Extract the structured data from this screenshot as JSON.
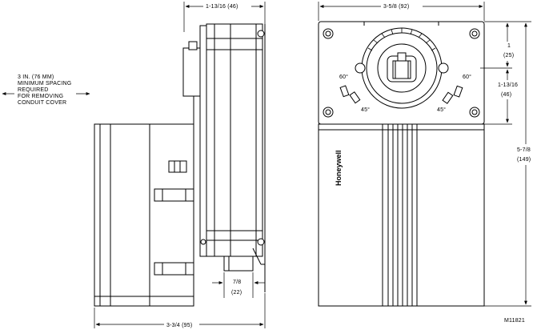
{
  "note": {
    "line1": "3 IN. (76 MM)",
    "line2": "MINIMUM SPACING",
    "line3": "REQUIRED",
    "line4": "FOR REMOVING",
    "line5": "CONDUIT COVER"
  },
  "dimensions": {
    "side_top": "1-13/16  (46)",
    "side_bottom": "3-3/4  (95)",
    "shaft_width": "7/8",
    "shaft_width_mm": "(22)",
    "front_top": "3-5/8  (92)",
    "front_upper": "1",
    "front_upper_mm": "(25)",
    "front_mid": "1-13/16",
    "front_mid_mm": "(46)",
    "front_height": "5-7/8",
    "front_height_mm": "(149)"
  },
  "front_labels": {
    "angle_60_left": "60°",
    "angle_60_right": "60°",
    "angle_45_left": "45°",
    "angle_45_right": "45°",
    "brand": "Honeywell"
  },
  "drawing_id": "M11821"
}
